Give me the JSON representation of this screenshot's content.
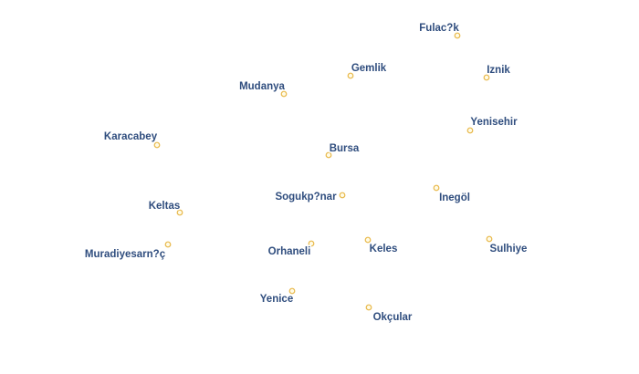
{
  "map": {
    "places": [
      {
        "name": "Fulac?k"
      },
      {
        "name": "Gemlik"
      },
      {
        "name": "Iznik"
      },
      {
        "name": "Mudanya"
      },
      {
        "name": "Yenisehir"
      },
      {
        "name": "Karacabey"
      },
      {
        "name": "Bursa"
      },
      {
        "name": "Inegöl"
      },
      {
        "name": "Sogukp?nar"
      },
      {
        "name": "Keltas"
      },
      {
        "name": "Sulhiye"
      },
      {
        "name": "Muradiyesarn?ç"
      },
      {
        "name": "Orhaneli"
      },
      {
        "name": "Keles"
      },
      {
        "name": "Yenice"
      },
      {
        "name": "Okçular"
      }
    ],
    "colors": {
      "label": "#2f4d7e",
      "halo": "#ffffff",
      "marker_stroke": "#e8b84a",
      "marker_fill": "#fffbe6"
    }
  }
}
